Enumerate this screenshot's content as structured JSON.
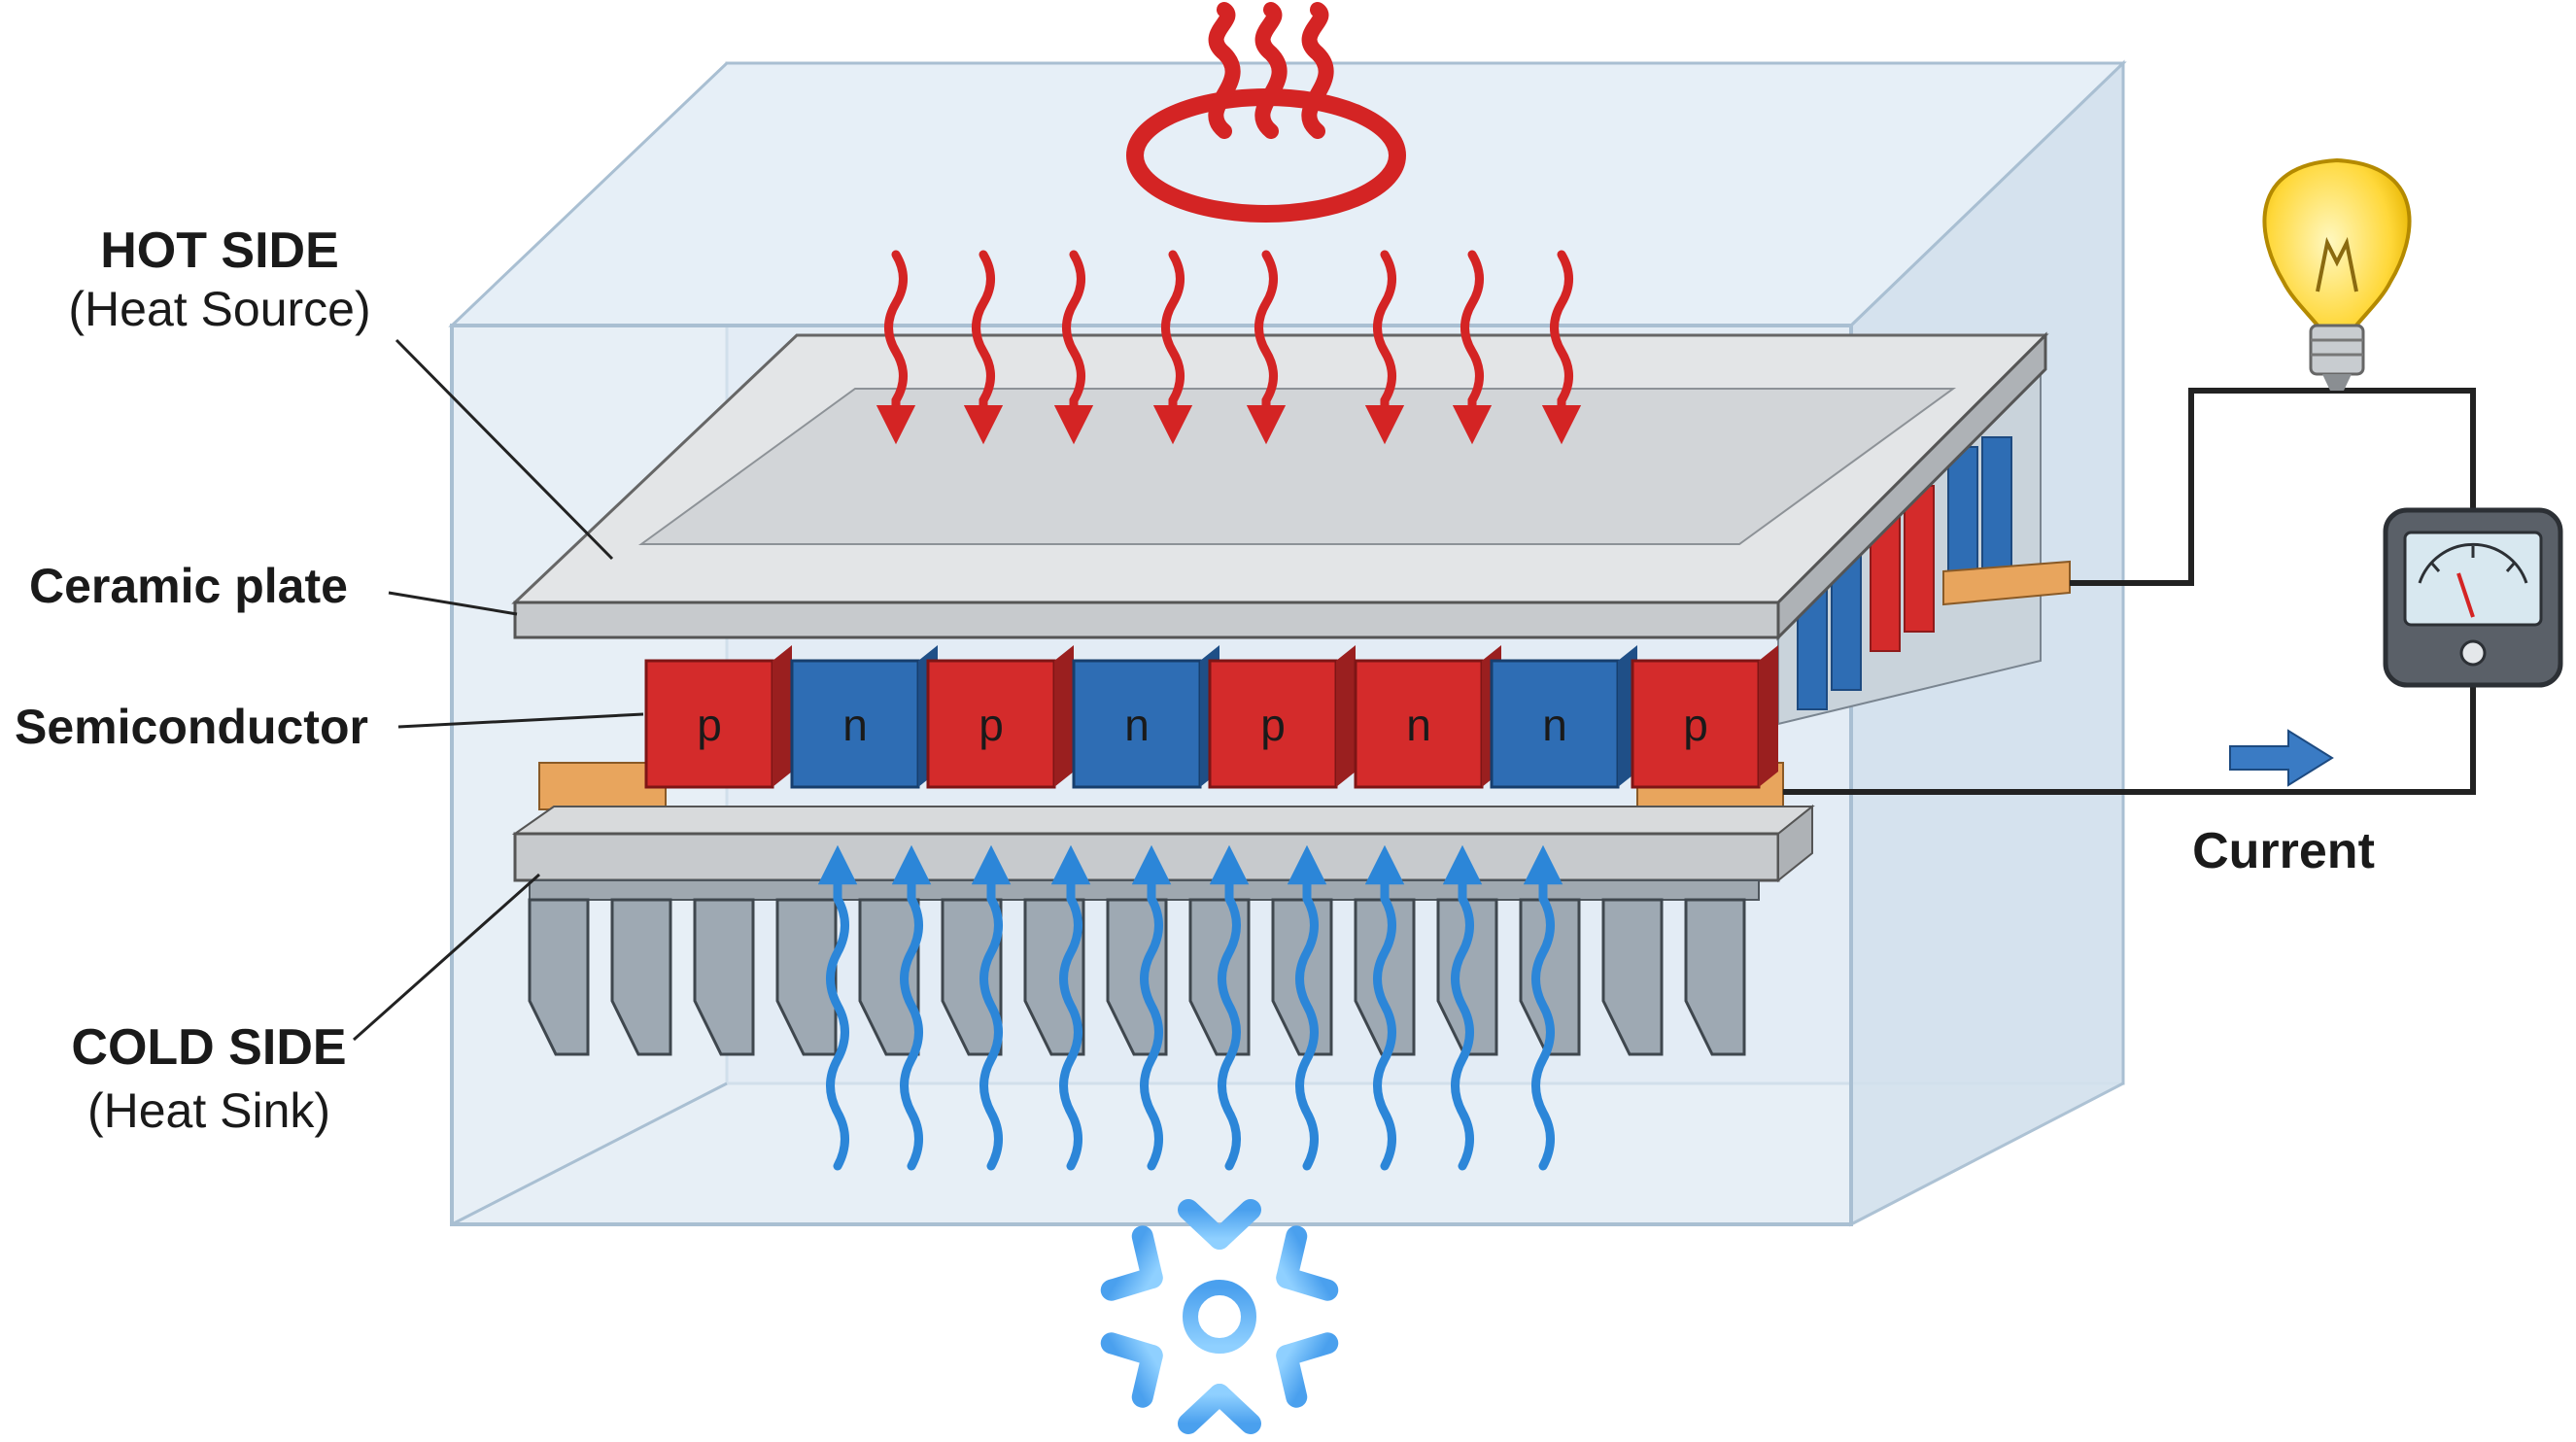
{
  "labels": {
    "hot_side_title": "HOT SIDE",
    "hot_side_sub": "(Heat Source)",
    "ceramic_plate": "Ceramic plate",
    "semiconductor": "Semiconductor",
    "cold_side_title": "COLD SIDE",
    "cold_side_sub": "(Heat Sink)",
    "current": "Current"
  },
  "legs": [
    "p",
    "n",
    "p",
    "n",
    "p",
    "n",
    "n",
    "p"
  ],
  "colors": {
    "p_type": "#d42b2b",
    "n_type": "#2e6db4",
    "heat": "#d42424",
    "cold": "#2c86d8",
    "plate": "#d4d6d8",
    "enclosure": "#dfeaf3",
    "copper": "#e8a55d",
    "bulb": "#ffd83a",
    "wire": "#222222"
  },
  "icons": {
    "heat_source": "heat-waves-icon",
    "cold_sink": "snowflake-icon",
    "load": "light-bulb-icon",
    "meter": "meter-icon",
    "current_direction": "arrow-right-icon"
  }
}
